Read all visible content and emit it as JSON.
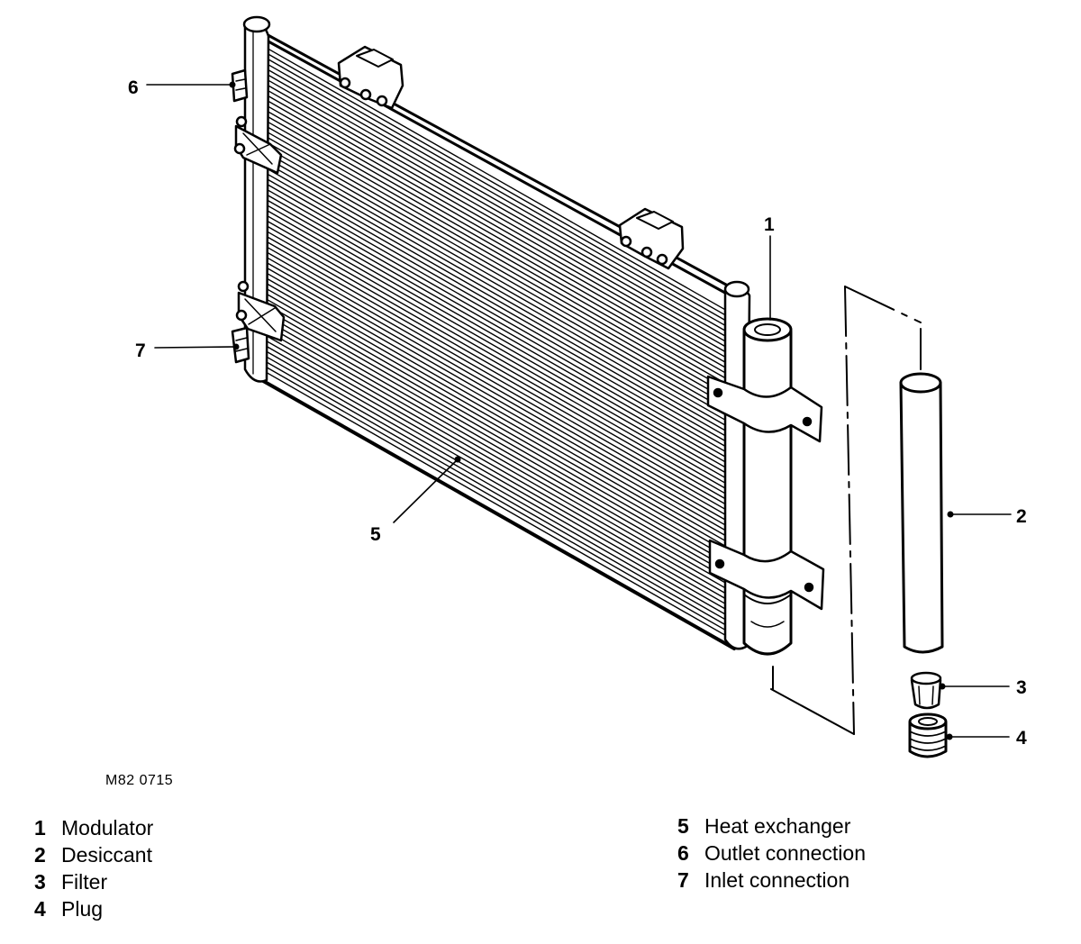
{
  "figure_ref": "M82 0715",
  "callouts": [
    "1",
    "2",
    "3",
    "4",
    "5",
    "6",
    "7"
  ],
  "legend": {
    "left": [
      {
        "num": "1",
        "label": "Modulator"
      },
      {
        "num": "2",
        "label": "Desiccant"
      },
      {
        "num": "3",
        "label": "Filter"
      },
      {
        "num": "4",
        "label": "Plug"
      }
    ],
    "right": [
      {
        "num": "5",
        "label": "Heat exchanger"
      },
      {
        "num": "6",
        "label": "Outlet connection"
      },
      {
        "num": "7",
        "label": "Inlet connection"
      }
    ]
  }
}
